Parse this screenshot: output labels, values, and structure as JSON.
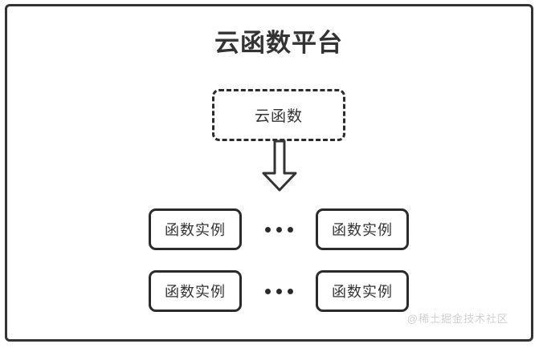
{
  "diagram": {
    "platform": {
      "title": "云函数平台",
      "border_color": "#333333",
      "background": "#ffffff"
    },
    "cloud_function": {
      "label": "云函数",
      "border_style": "dashed",
      "border_color": "#2b2b2b"
    },
    "arrow": {
      "name": "down-block-arrow",
      "direction": "down",
      "fill": "#ffffff",
      "stroke": "#333333"
    },
    "instance_rows": [
      {
        "left_instance": "函数实例",
        "ellipsis": "•••",
        "right_instance": "函数实例"
      },
      {
        "left_instance": "函数实例",
        "ellipsis": "•••",
        "right_instance": "函数实例"
      }
    ],
    "watermark": {
      "text": "@稀土掘金技术社区",
      "color": "#cfcfcf"
    }
  }
}
